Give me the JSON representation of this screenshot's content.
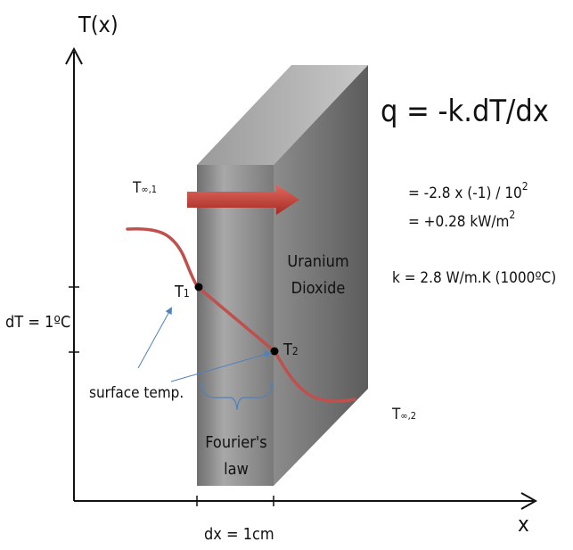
{
  "axes": {
    "y_label": "T(x)",
    "x_label": "x"
  },
  "labels": {
    "t_inf_1_main": "T",
    "t_inf_1_sub": "∞,1",
    "t_inf_2_main": "T",
    "t_inf_2_sub": "∞,2",
    "t1": "T",
    "t1_sub": "1",
    "t2": "T",
    "t2_sub": "2",
    "material_line1": "Uranium",
    "material_line2": "Dioxide",
    "surface_temp": "surface temp.",
    "fourier_line1": "Fourier's",
    "fourier_line2": "law",
    "dT": "dT = 1ºC",
    "dx": "dx = 1cm"
  },
  "equations": {
    "main": "q = -k.dT/dx",
    "line1": "=  -2.8 x (-1) / 10",
    "line1_sup": "2",
    "line2": "= +0.28  kW/m",
    "line2_sup": "2",
    "k_value": "k = 2.8  W/m.K  (1000ºC)"
  },
  "colors": {
    "curve": "#c0504d",
    "arrow": "#c0392b",
    "pointer": "#4f81bd",
    "slab_front": "#8a8a8a",
    "slab_top": "#b0b0b0",
    "slab_side": "#6e6e6e"
  }
}
